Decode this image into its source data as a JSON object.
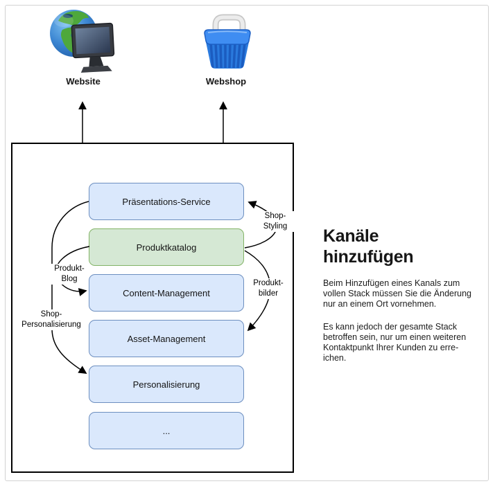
{
  "page": {
    "background": "#ffffff",
    "frame_border_color": "#d2d2d2"
  },
  "channels": [
    {
      "label": "Website",
      "icon": "globe-monitor-icon"
    },
    {
      "label": "Webshop",
      "icon": "shopping-basket-icon"
    }
  ],
  "stack": {
    "boxes": [
      {
        "label": "Präsentations-Service",
        "variant": "blue"
      },
      {
        "label": "Produktkatalog",
        "variant": "green"
      },
      {
        "label": "Content-Management",
        "variant": "blue"
      },
      {
        "label": "Asset-Management",
        "variant": "blue"
      },
      {
        "label": "Personalisierung",
        "variant": "blue"
      },
      {
        "label": "...",
        "variant": "blue"
      }
    ],
    "colors": {
      "blue_fill": "#dae8fc",
      "blue_border": "#6c8ebf",
      "green_fill": "#d5e8d4",
      "green_border": "#82b366",
      "outline_border": "#000000",
      "arrow_color": "#000000"
    }
  },
  "arrow_labels": {
    "shop_styling": [
      "Shop-",
      "Styling"
    ],
    "produkt_blog": [
      "Produkt-",
      "Blog"
    ],
    "produkt_bilder": [
      "Produkt-",
      "bilder"
    ],
    "shop_personalisierung": [
      "Shop-",
      "Personalisierung"
    ]
  },
  "right_panel": {
    "title": "Kanäle hinzufügen",
    "paragraphs": [
      [
        "Beim Hinzufügen eines Kanals zum",
        "vollen Stack müssen Sie die Änderung",
        "nur an einem Ort vornehmen."
      ],
      [
        "Es kann jedoch der gesamte Stack",
        "betroffen sein, nur um einen weiteren",
        "Kontaktpunkt Ihrer Kunden zu erre-",
        "ichen."
      ]
    ]
  }
}
